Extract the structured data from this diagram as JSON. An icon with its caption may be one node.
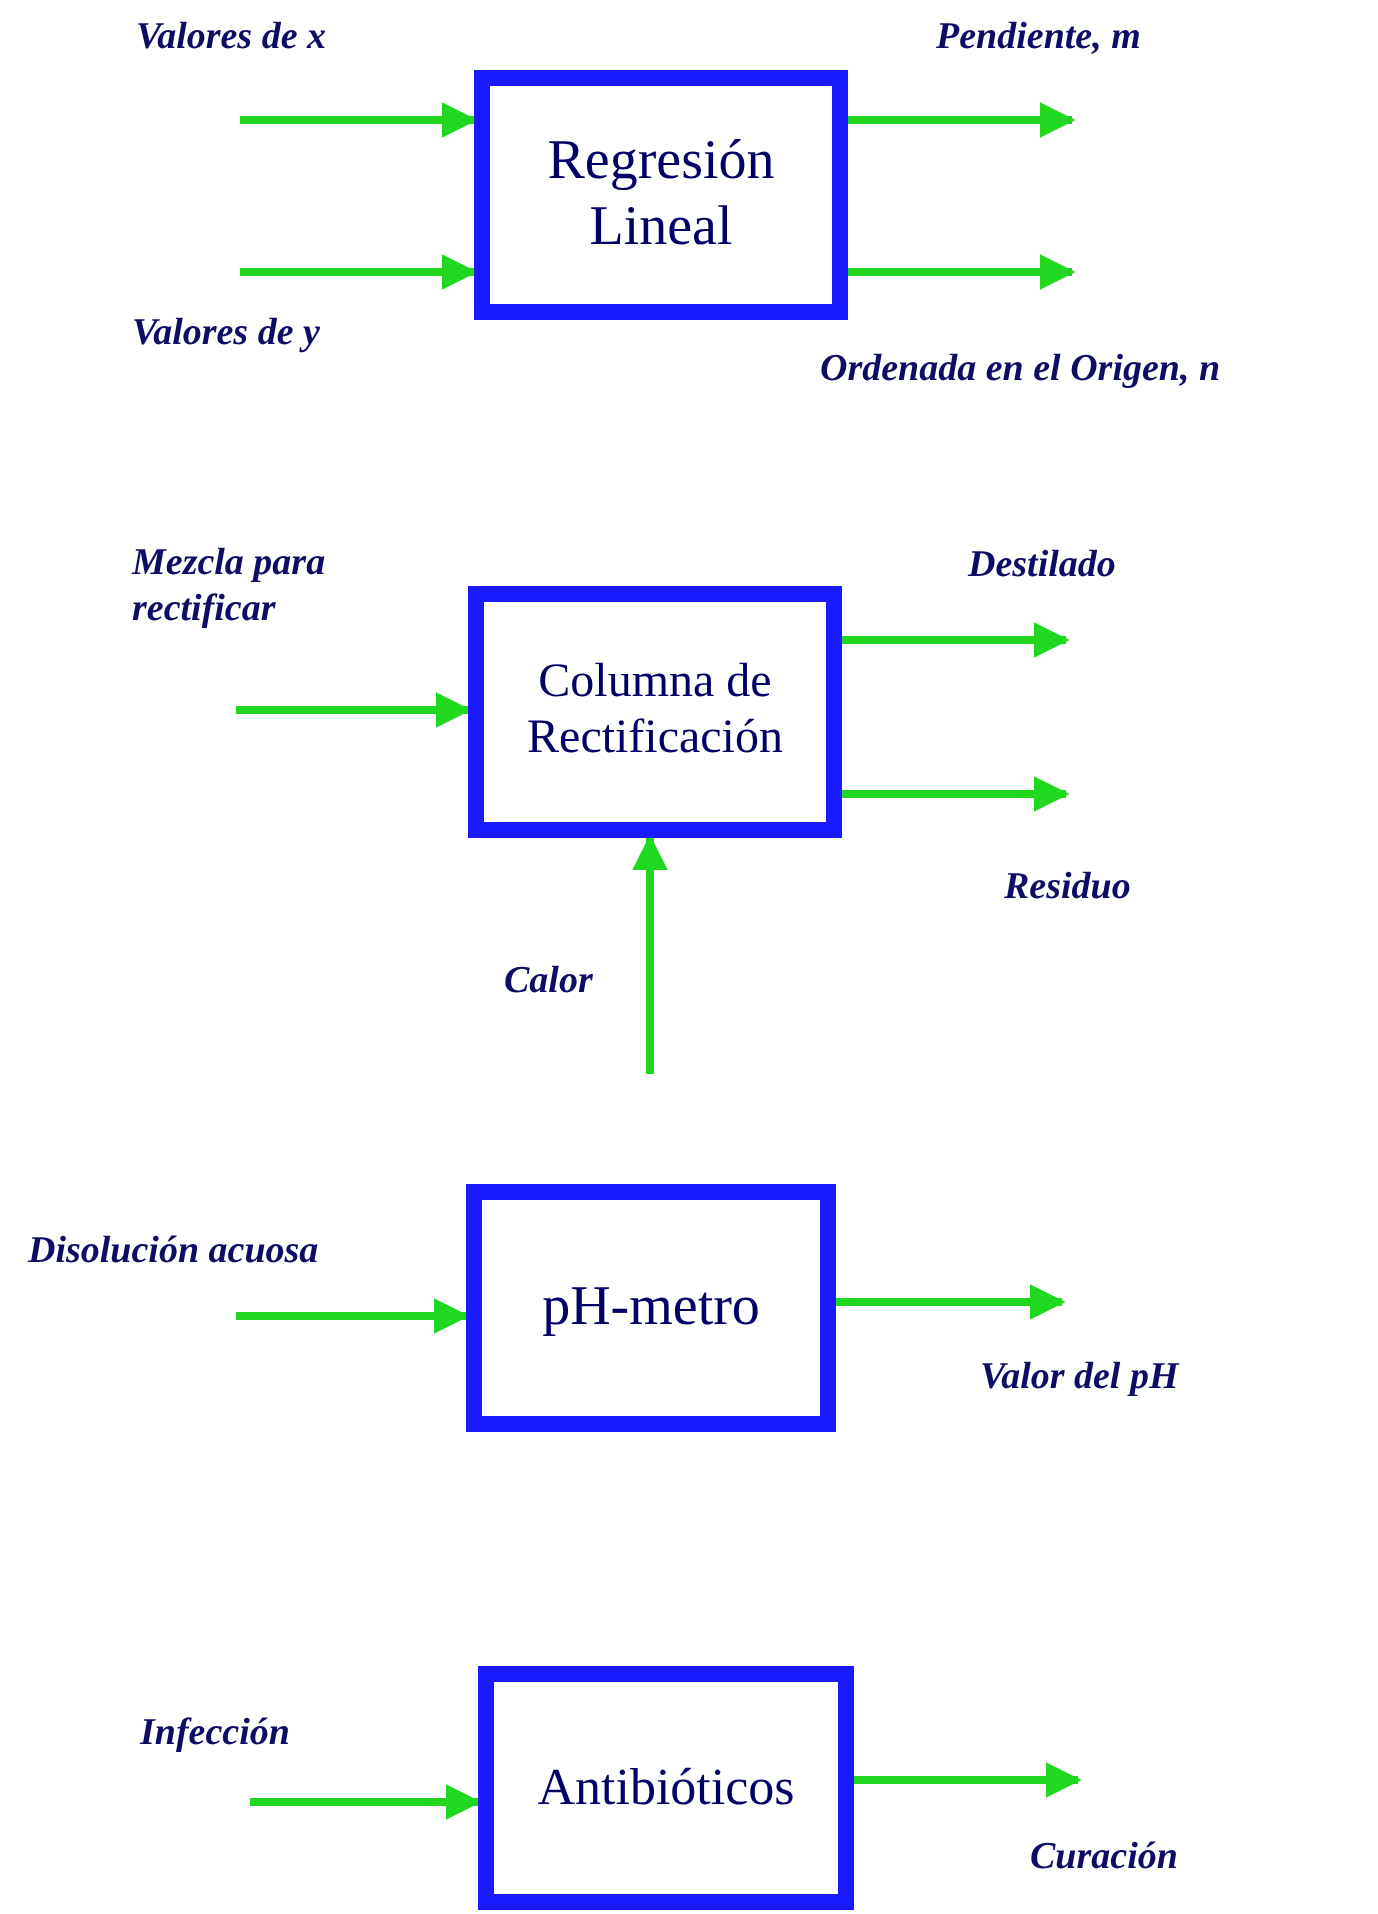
{
  "diagram": {
    "nodes": [
      {
        "text": [
          "Regresión Lineal"
        ]
      },
      {
        "text": [
          "Columna de Rectificación"
        ]
      },
      {
        "text": [
          "pH-metro"
        ]
      },
      {
        "text": [
          "Antibióticos"
        ]
      }
    ],
    "edges": [
      {
        "from": null,
        "to": 0,
        "arrow": "to",
        "label": "Valores de x"
      },
      {
        "from": null,
        "to": 0,
        "arrow": "to",
        "label": "Valores de y"
      },
      {
        "from": 0,
        "to": null,
        "arrow": "to",
        "label": "Pendiente, m"
      },
      {
        "from": 0,
        "to": null,
        "arrow": "to",
        "label": "Ordenada en el Origen, n"
      },
      {
        "from": null,
        "to": 1,
        "arrow": "to",
        "label": "Mezcla para rectificar"
      },
      {
        "from": 1,
        "to": null,
        "arrow": "to",
        "label": "Destilado"
      },
      {
        "from": 1,
        "to": null,
        "arrow": "to",
        "label": "Residuo"
      },
      {
        "from": null,
        "to": 1,
        "arrow": "to",
        "label": "Calor"
      },
      {
        "from": null,
        "to": 2,
        "arrow": "to",
        "label": "Disolución acuosa"
      },
      {
        "from": 2,
        "to": null,
        "arrow": "to",
        "label": "Valor del pH"
      },
      {
        "from": null,
        "to": 3,
        "arrow": "to",
        "label": "Infección"
      },
      {
        "from": 3,
        "to": null,
        "arrow": "to",
        "label": "Curación"
      }
    ]
  }
}
